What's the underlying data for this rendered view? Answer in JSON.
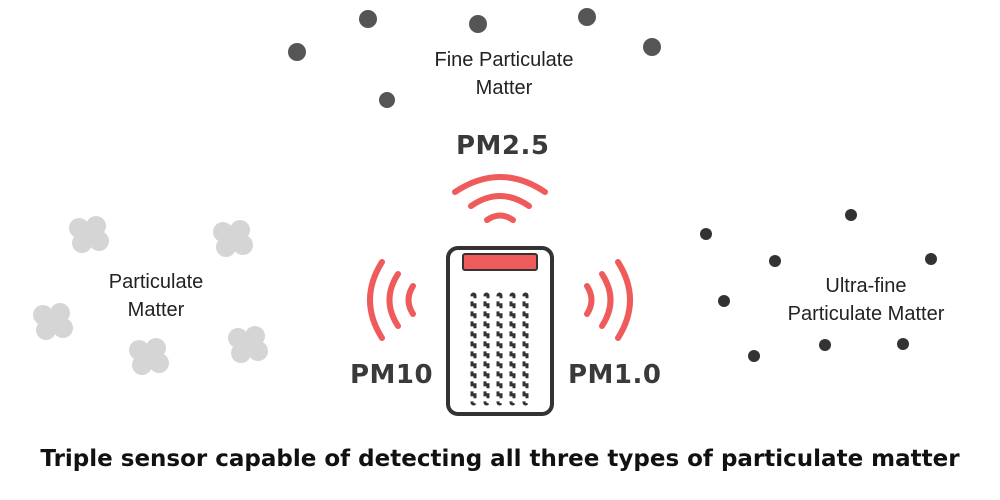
{
  "labels": {
    "fine": "Fine Particulate\nMatter",
    "particulate": "Particulate\nMatter",
    "ultrafine": "Ultra-fine\nParticulate Matter"
  },
  "sensor_labels": {
    "pm25": "PM2.5",
    "pm10": "PM10",
    "pm10_small": "PM1.0"
  },
  "caption": "Triple sensor capable of detecting all three types of particulate matter",
  "colors": {
    "wave": "#ef5a5a",
    "sensor_top": "#ef5a5a",
    "dot_fine": "#555555",
    "dot_ultrafine": "#333333",
    "cloud": "#d4d4d4"
  }
}
